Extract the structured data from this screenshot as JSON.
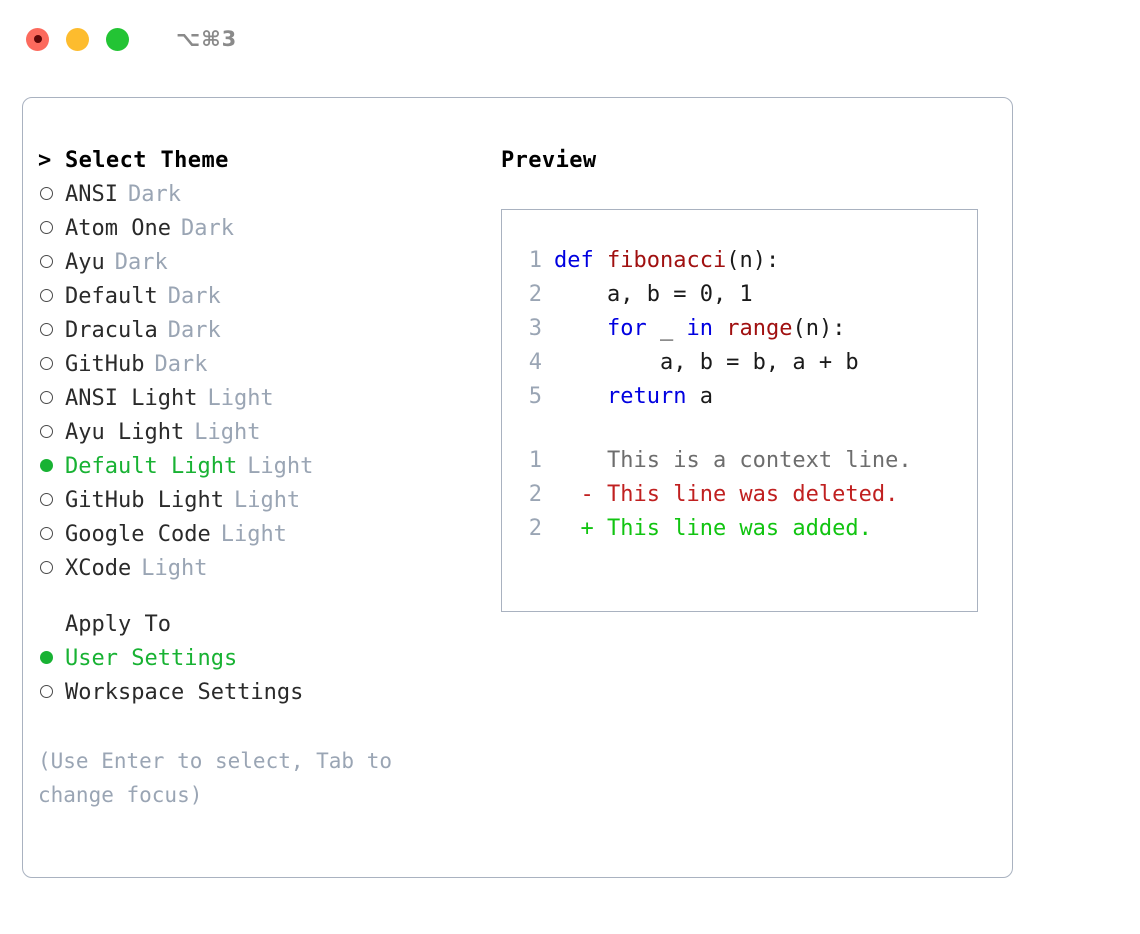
{
  "titlebar": {
    "shortcut": "⌥⌘3",
    "lights": [
      {
        "name": "close",
        "color": "#fc6a5d"
      },
      {
        "name": "minimize",
        "color": "#fdbc2e"
      },
      {
        "name": "maximize",
        "color": "#23c434"
      }
    ]
  },
  "theme_selector": {
    "header_marker": ">",
    "header_label": "Select Theme",
    "items": [
      {
        "marker": "o",
        "label": "ANSI",
        "badge": "Dark",
        "selected": false
      },
      {
        "marker": "o",
        "label": "Atom One",
        "badge": "Dark",
        "selected": false
      },
      {
        "marker": "o",
        "label": "Ayu",
        "badge": "Dark",
        "selected": false
      },
      {
        "marker": "o",
        "label": "Default",
        "badge": "Dark",
        "selected": false
      },
      {
        "marker": "o",
        "label": "Dracula",
        "badge": "Dark",
        "selected": false
      },
      {
        "marker": "o",
        "label": "GitHub",
        "badge": "Dark",
        "selected": false
      },
      {
        "marker": "o",
        "label": "ANSI Light",
        "badge": "Light",
        "selected": false
      },
      {
        "marker": "o",
        "label": "Ayu Light",
        "badge": "Light",
        "selected": false
      },
      {
        "marker": "●",
        "label": "Default Light",
        "badge": "Light",
        "selected": true
      },
      {
        "marker": "o",
        "label": "GitHub Light",
        "badge": "Light",
        "selected": false
      },
      {
        "marker": "o",
        "label": "Google Code",
        "badge": "Light",
        "selected": false
      },
      {
        "marker": "o",
        "label": "XCode",
        "badge": "Light",
        "selected": false
      }
    ]
  },
  "apply_to": {
    "title": "Apply To",
    "options": [
      {
        "marker": "●",
        "label": "User Settings",
        "selected": true
      },
      {
        "marker": "o",
        "label": "Workspace Settings",
        "selected": false
      }
    ]
  },
  "hint": "(Use Enter to select, Tab to\nchange focus)",
  "preview": {
    "title": "Preview",
    "code_lines": [
      {
        "no": "1",
        "tokens": [
          {
            "t": "def ",
            "c": "kw"
          },
          {
            "t": "fibonacci",
            "c": "fn"
          },
          {
            "t": "(n):",
            "c": "plain"
          }
        ]
      },
      {
        "no": "2",
        "tokens": [
          {
            "t": "    a, b = 0, 1",
            "c": "plain"
          }
        ]
      },
      {
        "no": "3",
        "tokens": [
          {
            "t": "    ",
            "c": "plain"
          },
          {
            "t": "for",
            "c": "kw"
          },
          {
            "t": " _ ",
            "c": "plain"
          },
          {
            "t": "in ",
            "c": "kw"
          },
          {
            "t": "range",
            "c": "fn"
          },
          {
            "t": "(n):",
            "c": "plain"
          }
        ]
      },
      {
        "no": "4",
        "tokens": [
          {
            "t": "        a, b = b, a + b",
            "c": "plain"
          }
        ]
      },
      {
        "no": "5",
        "tokens": [
          {
            "t": "    ",
            "c": "plain"
          },
          {
            "t": "return",
            "c": "kw"
          },
          {
            "t": " a",
            "c": "plain"
          }
        ]
      }
    ],
    "diff_lines": [
      {
        "no": "1",
        "sign": " ",
        "text": "This is a context line.",
        "kind": "ctx"
      },
      {
        "no": "2",
        "sign": "-",
        "text": "This line was deleted.",
        "kind": "del"
      },
      {
        "no": "2",
        "sign": "+",
        "text": "This line was added.",
        "kind": "add"
      }
    ]
  },
  "colors": {
    "accent_green": "#18b233",
    "badge_muted": "#9aa5b4",
    "border": "#a9b2c0",
    "keyword_blue": "#0000e0",
    "function_red": "#a01010",
    "diff_add": "#11c411",
    "diff_del": "#c02020"
  }
}
